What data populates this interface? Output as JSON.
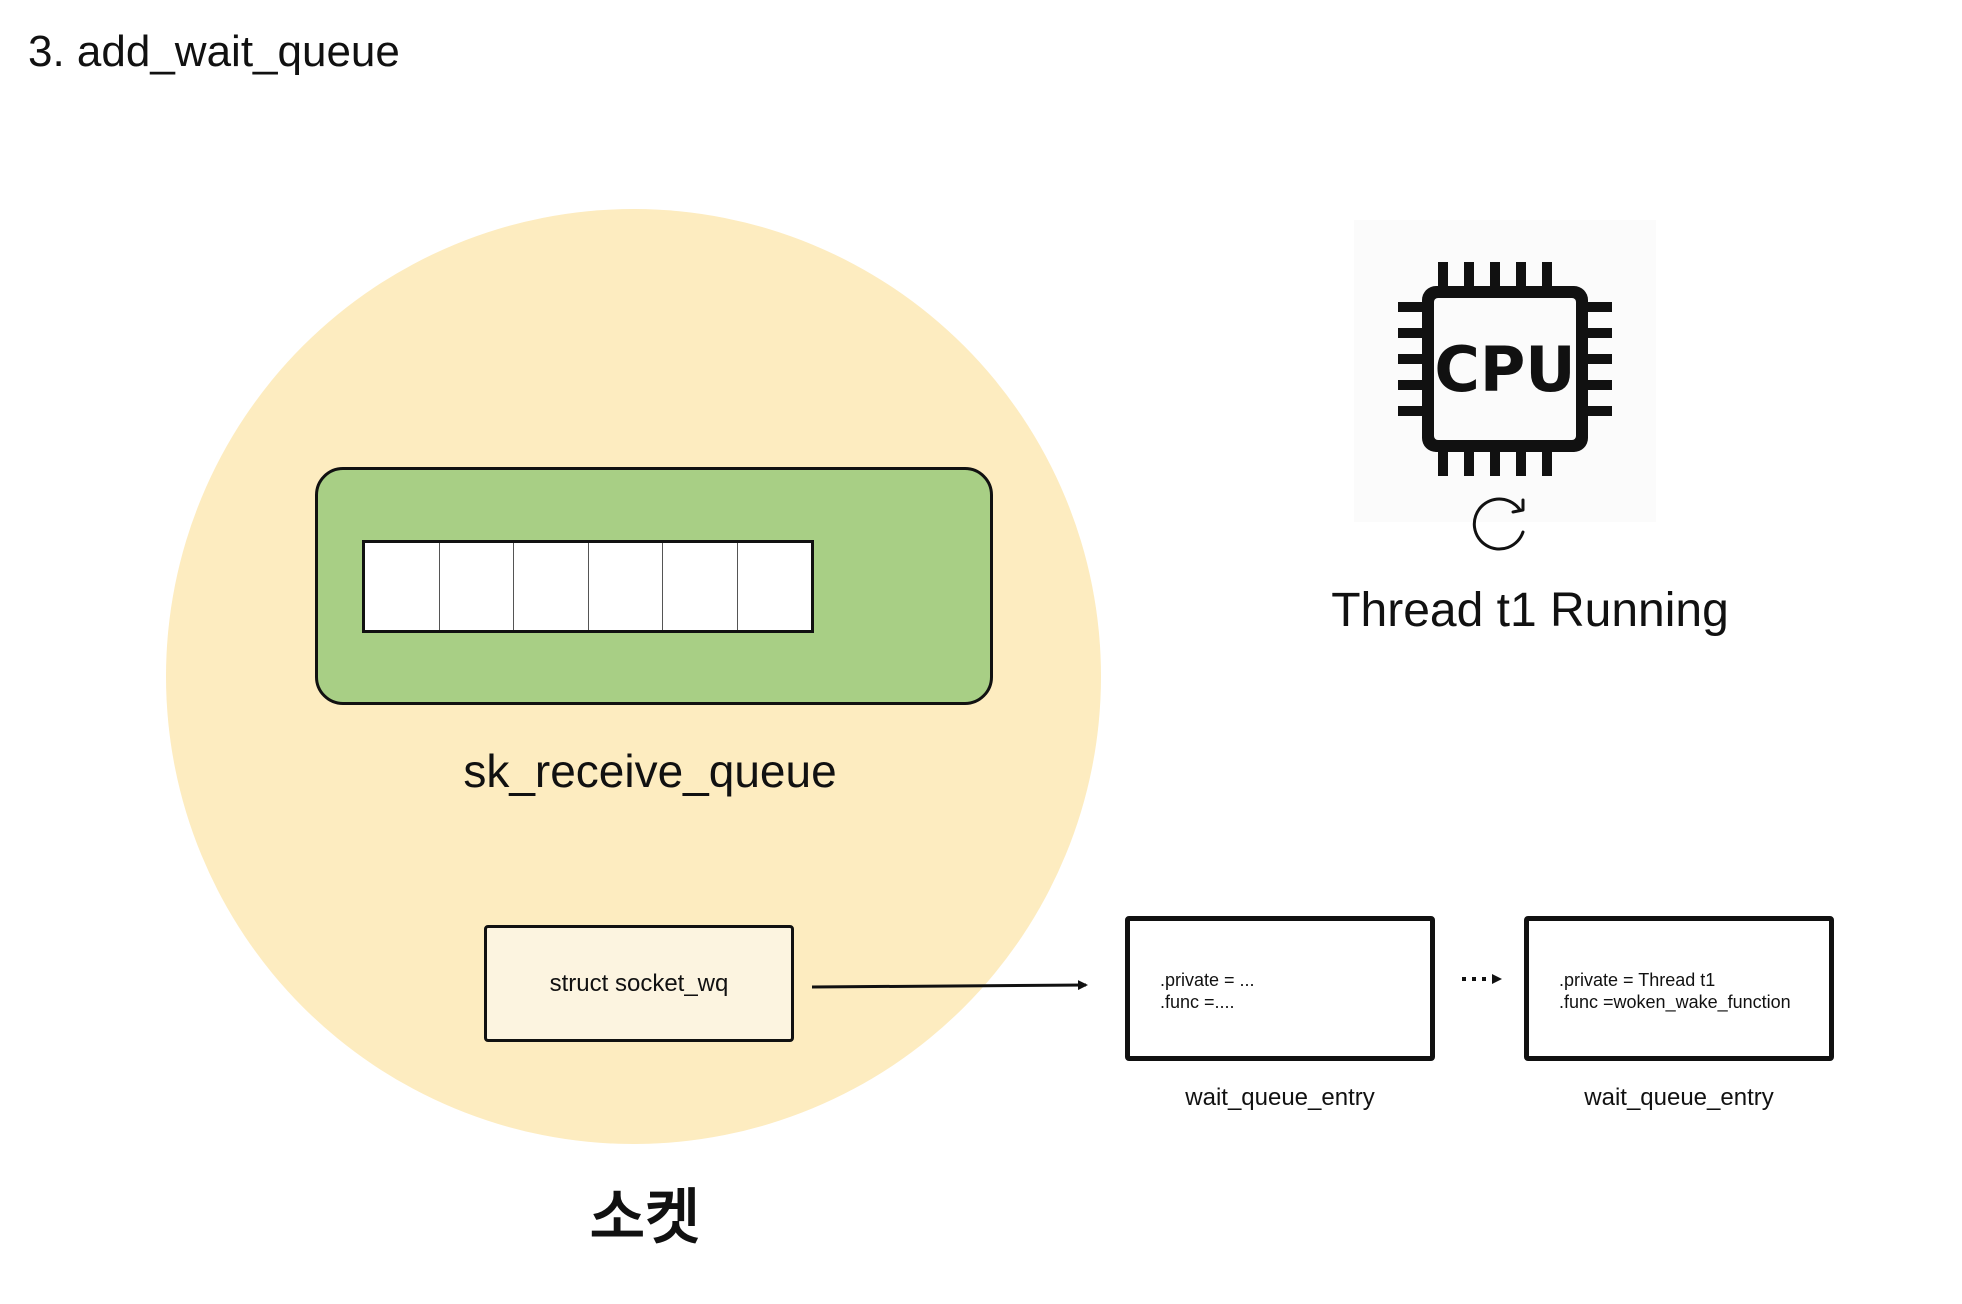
{
  "title": "3. add_wait_queue",
  "socket": {
    "label": "소켓",
    "receive_queue": {
      "label": "sk_receive_queue",
      "slot_count": 6
    },
    "socket_wq_label": "struct socket_wq"
  },
  "wait_queue_entries": [
    {
      "line1": ".private = ...",
      "line2": ".func =....",
      "label": "wait_queue_entry"
    },
    {
      "line1": ".private = Thread t1",
      "line2": ".func =woken_wake_function",
      "label": "wait_queue_entry"
    }
  ],
  "cpu": {
    "chip_text": "CPU",
    "status": "Thread t1 Running",
    "icon": "cpu-icon",
    "status_icon": "refresh-icon"
  },
  "colors": {
    "socket_fill": "#fdecc0",
    "receive_queue_fill": "#a8cf85",
    "socket_wq_fill": "#fcf4e0",
    "stroke": "#111111"
  }
}
